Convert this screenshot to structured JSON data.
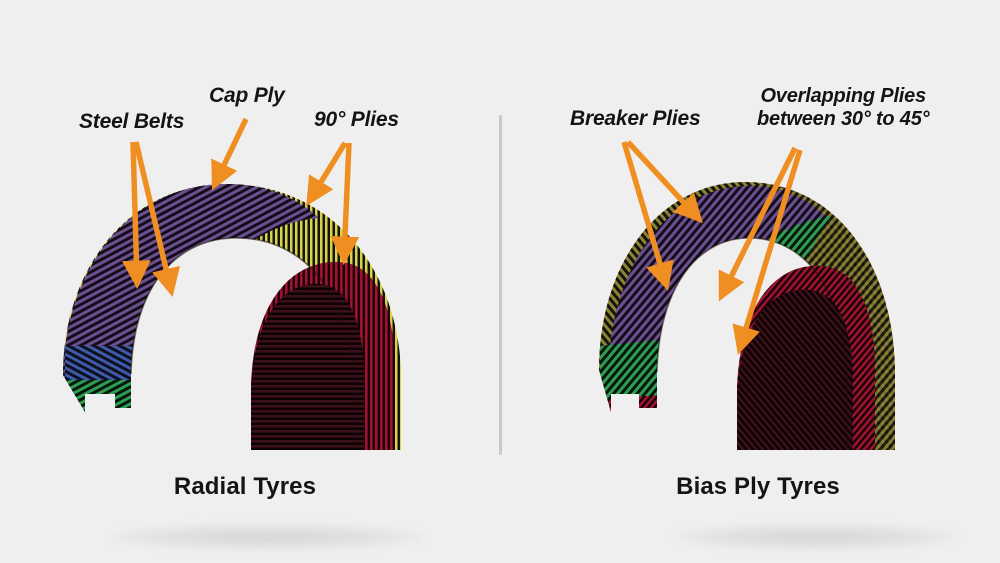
{
  "background_color": "#f0efef",
  "accent_color": "#ef8f22",
  "text_color": "#141414",
  "divider_color": "#c9c9c9",
  "panels": [
    {
      "id": "radial",
      "caption": "Radial Tyres",
      "labels": [
        {
          "key": "steel_belts",
          "text": "Steel Belts",
          "arrows": 2
        },
        {
          "key": "cap_ply",
          "text": "Cap Ply",
          "arrows": 1
        },
        {
          "key": "plies_90",
          "text": "90° Plies",
          "arrows": 2
        }
      ],
      "layers": [
        {
          "name": "cap-ply",
          "color": "#6b4f8f"
        },
        {
          "name": "steel-belt-upper",
          "color": "#3e5aa8"
        },
        {
          "name": "steel-belt-lower",
          "color": "#2f9e52"
        },
        {
          "name": "radial-plies",
          "color": "#d8d34a"
        },
        {
          "name": "carcass",
          "color": "#9e1430"
        },
        {
          "name": "inner-liner",
          "color": "#3a0d18"
        }
      ]
    },
    {
      "id": "bias",
      "caption": "Bias Ply Tyres",
      "labels": [
        {
          "key": "breaker_plies",
          "text": "Breaker Plies",
          "arrows": 2
        },
        {
          "key": "overlapping_plies",
          "text": "Overlapping Plies\nbetween 30° to 45°",
          "arrows": 2
        }
      ],
      "layers": [
        {
          "name": "cap-ply",
          "color": "#6b4f8f"
        },
        {
          "name": "breaker-ply",
          "color": "#2f9e52"
        },
        {
          "name": "bias-plies",
          "color": "#8c8334"
        },
        {
          "name": "carcass",
          "color": "#9e1430"
        },
        {
          "name": "inner-liner",
          "color": "#3a0d18"
        }
      ]
    }
  ]
}
